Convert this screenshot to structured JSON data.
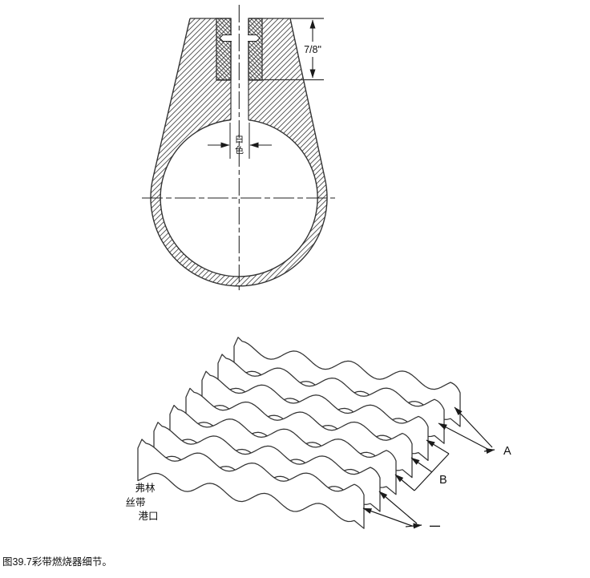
{
  "figure": {
    "caption": "图39.7彩带燃烧器细节。"
  },
  "cross_section": {
    "dimension_label": "7/8\"",
    "slot_label": "白色",
    "slot_label_chars": [
      "白",
      "色"
    ]
  },
  "ribbon_view": {
    "strip_count": 7,
    "labels": {
      "a": "A",
      "b": "B",
      "dash": "—"
    },
    "port_label_lines": [
      "弗林",
      "丝带",
      "港口"
    ]
  },
  "colors": {
    "line": "#333333",
    "dash_label": "#5c1a10",
    "background": "#ffffff"
  }
}
